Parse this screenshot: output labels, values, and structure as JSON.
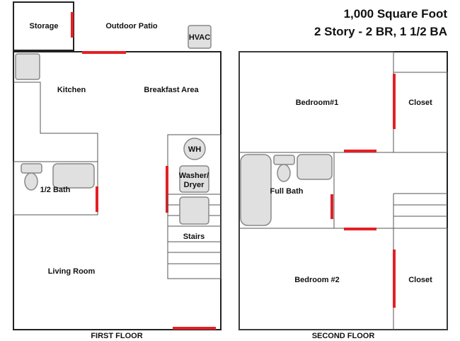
{
  "title": {
    "line1": "1,000 Square Foot",
    "line2": "2 Story - 2 BR, 1 1/2 BA"
  },
  "first_floor": {
    "caption": "FIRST FLOOR",
    "rooms": {
      "storage": "Storage",
      "outdoor_patio": "Outdoor Patio",
      "hvac": "HVAC",
      "kitchen": "Kitchen",
      "breakfast_area": "Breakfast Area",
      "half_bath": "1/2 Bath",
      "water_heater": "WH",
      "washer_dryer_1": "Washer/",
      "washer_dryer_2": "Dryer",
      "stairs": "Stairs",
      "living_room": "Living Room"
    }
  },
  "second_floor": {
    "caption": "SECOND FLOOR",
    "rooms": {
      "bedroom1": "Bedroom#1",
      "closet1": "Closet",
      "full_bath": "Full Bath",
      "bedroom2": "Bedroom #2",
      "closet2": "Closet"
    }
  },
  "colors": {
    "wall": "#222222",
    "door": "#e32026",
    "fixture": "#e0e0e0"
  }
}
